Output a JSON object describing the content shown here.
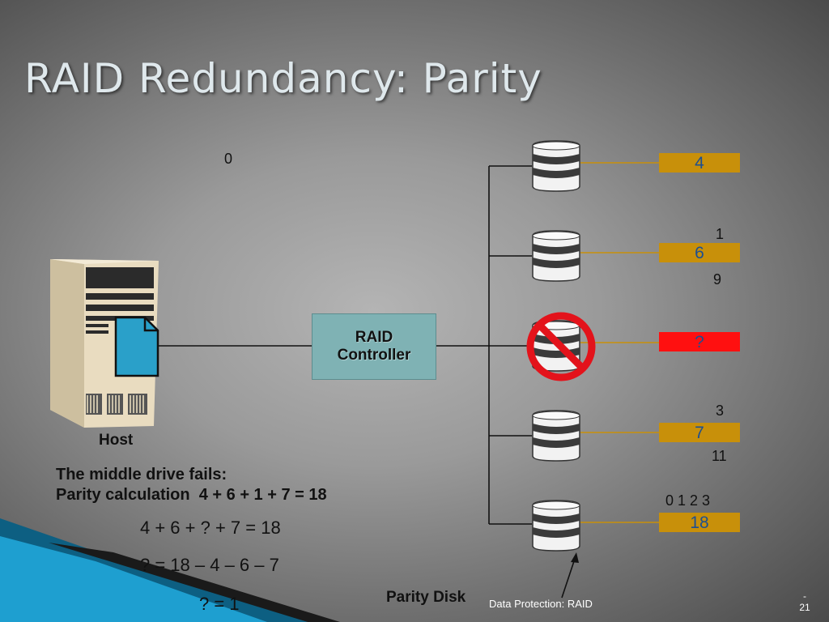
{
  "slide": {
    "title": "RAID Redundancy: Parity",
    "footer": "Data Protection: RAID",
    "page_number": "-\n21"
  },
  "host": {
    "label": "Host"
  },
  "controller": {
    "label": "RAID\nController"
  },
  "drives": [
    {
      "value": "4",
      "bar_color": "#c8900a",
      "status": "ok"
    },
    {
      "value": "6",
      "bar_color": "#c8900a",
      "status": "ok"
    },
    {
      "value": "?",
      "bar_color": "#ff1010",
      "status": "failed"
    },
    {
      "value": "7",
      "bar_color": "#c8900a",
      "status": "ok"
    },
    {
      "value": "18",
      "bar_color": "#c8900a",
      "status": "parity"
    }
  ],
  "stray_numbers": {
    "n0": "0",
    "n1": "1",
    "n9": "9",
    "n3": "3",
    "n11": "11",
    "n0123": "0 1 2 3"
  },
  "text": {
    "fail_line": "The middle drive fails:",
    "parity_line": "Parity calculation  4 + 6 + 1 + 7 = 18",
    "eq1": "4 + 6 + ? + 7 = 18",
    "eq2": "? = 18 – 4 – 6 – 7",
    "eq3": "? = 1",
    "parity_disk": "Parity Disk"
  },
  "colors": {
    "accent_blue": "#1e9fd0",
    "bar_gold": "#c8900a",
    "fail_red": "#ff1010",
    "controller": "#7fb2b4"
  }
}
